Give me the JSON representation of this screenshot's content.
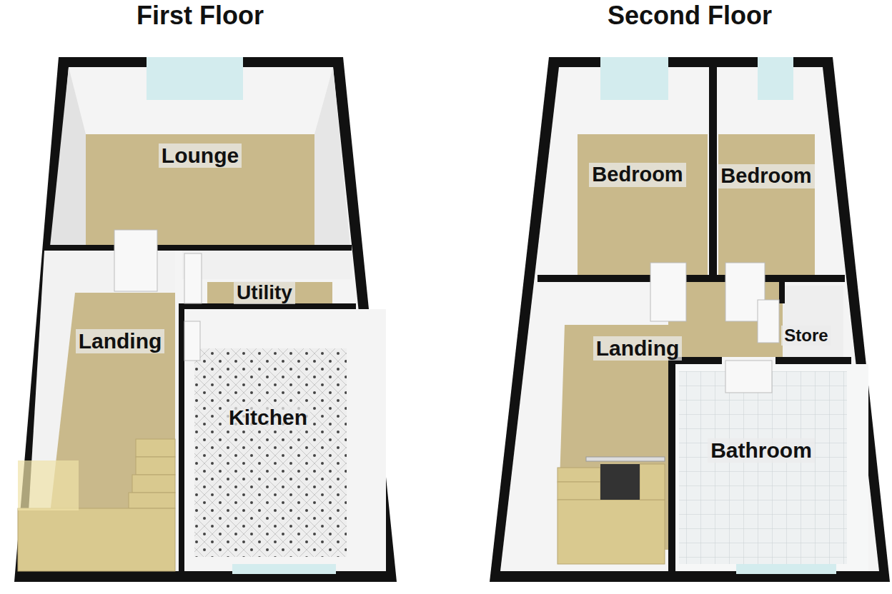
{
  "diagram": {
    "nodes": [
      {
        "text": [
          "First Floor"
        ]
      },
      {
        "text": [
          "Lounge"
        ],
        "in": 0
      },
      {
        "text": [
          "Utility"
        ],
        "in": 0
      },
      {
        "text": [
          "Landing"
        ],
        "in": 0
      },
      {
        "text": [
          "Kitchen"
        ],
        "in": 0
      },
      {
        "text": [
          "Second Floor"
        ]
      },
      {
        "text": [
          "Bedroom"
        ],
        "in": 5
      },
      {
        "text": [
          "Bedroom"
        ],
        "in": 5
      },
      {
        "text": [
          "Landing"
        ],
        "in": 5
      },
      {
        "text": [
          "Store"
        ],
        "in": 5
      },
      {
        "text": [
          "Bathroom"
        ],
        "in": 5
      }
    ]
  }
}
